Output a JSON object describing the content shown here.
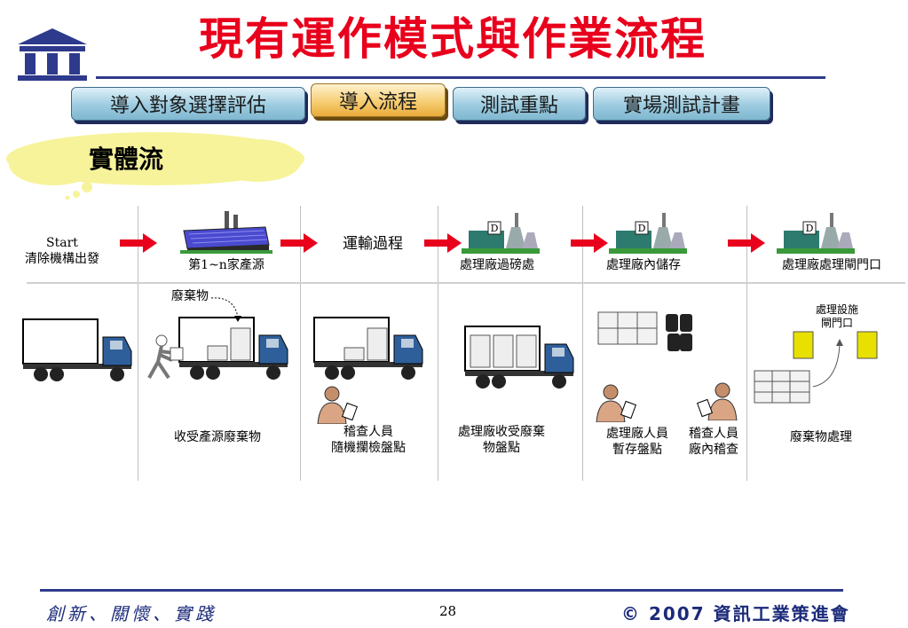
{
  "title": "現有運作模式與作業流程",
  "tabs": [
    {
      "label": "導入對象選擇評估"
    },
    {
      "label": "導入流程"
    },
    {
      "label": "測試重點"
    },
    {
      "label": "實場測試計畫"
    }
  ],
  "section_label": "實體流",
  "top_row": {
    "start_line1": "Start",
    "start_line2": "清除機構出發",
    "factory_label": "第1~n家產源",
    "transport_label": "運輸過程",
    "plant_weigh_label": "處理廠過磅處",
    "plant_storage_label": "處理廠內儲存",
    "plant_gate_label": "處理廠處理閘門口",
    "plant_sign": "D"
  },
  "bottom_row": {
    "waste_label": "廢棄物",
    "receive_label": "收受產源廢棄物",
    "inspector1_line1": "稽查人員",
    "inspector1_line2": "隨機攔檢盤點",
    "plant_receive_line1": "處理廠收受廢棄",
    "plant_receive_line2": "物盤點",
    "plant_staff_line1": "處理廠人員",
    "plant_staff_line2": "暫存盤點",
    "inspector2_line1": "稽查人員",
    "inspector2_line2": "廠內稽查",
    "facility_line1": "處理設施",
    "facility_line2": "閘門口",
    "disposal_label": "廢棄物處理"
  },
  "footer": {
    "slogan": "創新、關懷、實踐",
    "page": "28",
    "copyright": "© 2007 資訊工業策進會"
  },
  "colors": {
    "title": "#e8001c",
    "rule": "#2e3a8c",
    "arrow": "#e8001c",
    "truck_cab": "#2f5f9a"
  }
}
